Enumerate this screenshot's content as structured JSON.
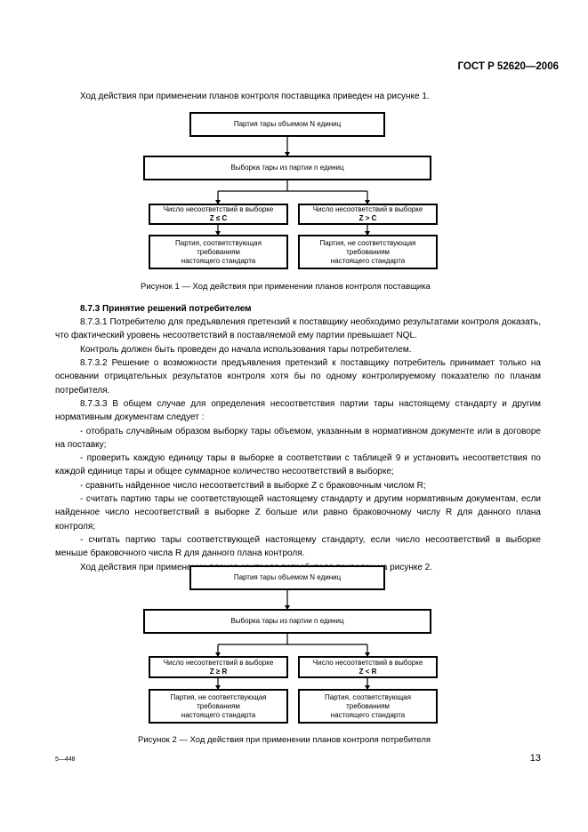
{
  "header": {
    "code": "ГОСТ Р 52620—2006"
  },
  "intro": "Ход действия при применении планов контроля поставщика приведен на рисунке 1.",
  "figure1": {
    "box1": "Партия тары объемом N единиц",
    "box2": "Выборка тары из партии n единиц",
    "left_cond_line1": "Число несоответствий в выборке",
    "left_cond_line2": "Z ≤ C",
    "right_cond_line1": "Число несоответствий в выборке",
    "right_cond_line2": "Z > C",
    "left_result": [
      "Партия, соответствующая",
      "требованиям",
      "настоящего стандарта"
    ],
    "right_result": [
      "Партия, не соответствующая",
      "требованиям",
      "настоящего стандарта"
    ],
    "caption": "Рисунок 1 — Ход  действия при применении планов контроля поставщика"
  },
  "section": {
    "heading": "8.7.3 Принятие решений потребителем",
    "p1": "8.7.3.1 Потребителю для предъявления претензий к поставщику необходимо результатами контроля доказать, что фактический уровень несоответствий в поставляемой ему партии превышает NQL.",
    "p2": "Контроль должен быть проведен до начала использования тары потребителем.",
    "p3": "8.7.3.2 Решение о возможности предъявления претензий к поставщику потребитель принимает только на основании отрицательных результатов контроля хотя бы по одному контролируемому показателю по планам потребителя.",
    "p4": "8.7.3.3 В общем случае для определения несоответствия партии тары настоящему стандарту и другим нормативным документам следует :",
    "b1": "- отобрать случайным образом выборку тары объемом, указанным в нормативном документе или в договоре на поставку;",
    "b2": "- проверить каждую единицу тары в выборке в соответствии с таблицей 9 и установить несоответствия по каждой единице тары и общее суммарное количество несоответствий в выборке;",
    "b3": "- сравнить найденное число несоответствий в выборке Z с браковочным числом R;",
    "b4": "- считать партию тары не соответствующей настоящему стандарту и другим нормативным документам, если найденное число несоответствий в выборке Z больше или равно браковочному числу R для данного плана контроля;",
    "b5": "- считать партию тары соответствующей настоящему стандарту, если число несоответствий в выборке меньше браковочного числа R для данного плана контроля.",
    "p5": "Ход действия при применении планов контроля потребителя приведен на рисунке 2."
  },
  "figure2": {
    "box1": "Партия тары объемом N единиц",
    "box2": "Выборка тары из партии n единиц",
    "left_cond_line1": "Число несоответствий в выборке",
    "left_cond_line2": "Z ≥ R",
    "right_cond_line1": "Число несоответствий в выборке",
    "right_cond_line2": "Z < R",
    "left_result": [
      "Партия, не соответствующая",
      "требованиям",
      "настоящего стандарта"
    ],
    "right_result": [
      "Партия, соответствующая",
      "требованиям",
      "настоящего стандарта"
    ],
    "caption": "Рисунок 2 — Ход  действия при применении планов контроля потребителя"
  },
  "footer": {
    "left_code": "5—448",
    "page_number": "13"
  }
}
